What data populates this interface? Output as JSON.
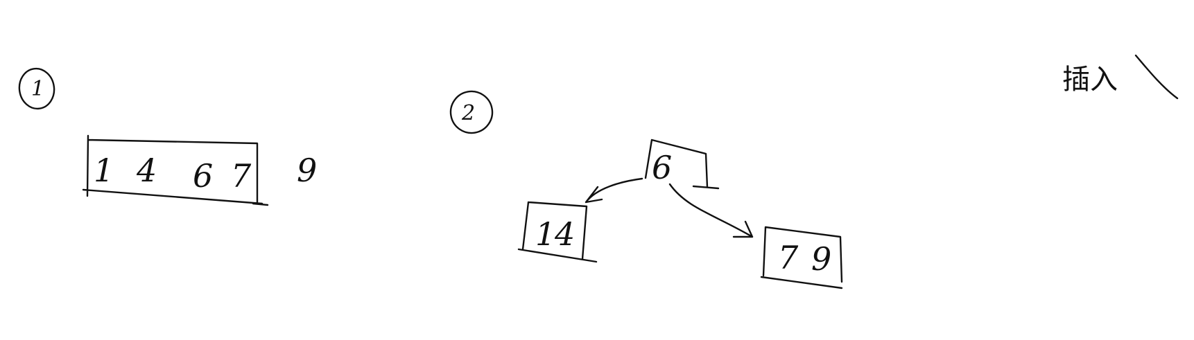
{
  "diagram": {
    "title": "插入",
    "step1": {
      "marker": "1",
      "node_keys": [
        "1",
        "4",
        "6",
        "7"
      ],
      "incoming_key": "9"
    },
    "step2": {
      "marker": "2",
      "root_key": "6",
      "left_child_keys": [
        "1",
        "4"
      ],
      "right_child_keys": [
        "7",
        "9"
      ]
    }
  }
}
